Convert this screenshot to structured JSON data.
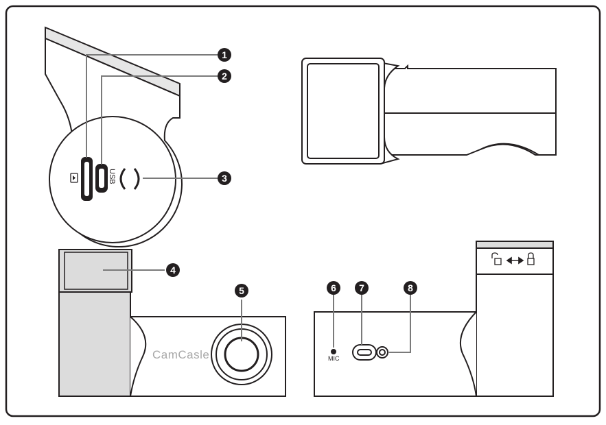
{
  "callouts": [
    {
      "id": "c1",
      "label": "1"
    },
    {
      "id": "c2",
      "label": "2"
    },
    {
      "id": "c3",
      "label": "3"
    },
    {
      "id": "c4",
      "label": "4"
    },
    {
      "id": "c5",
      "label": "5"
    },
    {
      "id": "c6",
      "label": "6"
    },
    {
      "id": "c7",
      "label": "7"
    },
    {
      "id": "c8",
      "label": "8"
    }
  ],
  "text": {
    "usb": "USB",
    "brand": "CamCasle",
    "mic": "MIC"
  },
  "colors": {
    "stroke": "#231f20",
    "gray_panel": "#dcdcdc",
    "leader": "#7a7a7a",
    "callout_fill": "#231f20",
    "callout_text": "#ffffff"
  }
}
